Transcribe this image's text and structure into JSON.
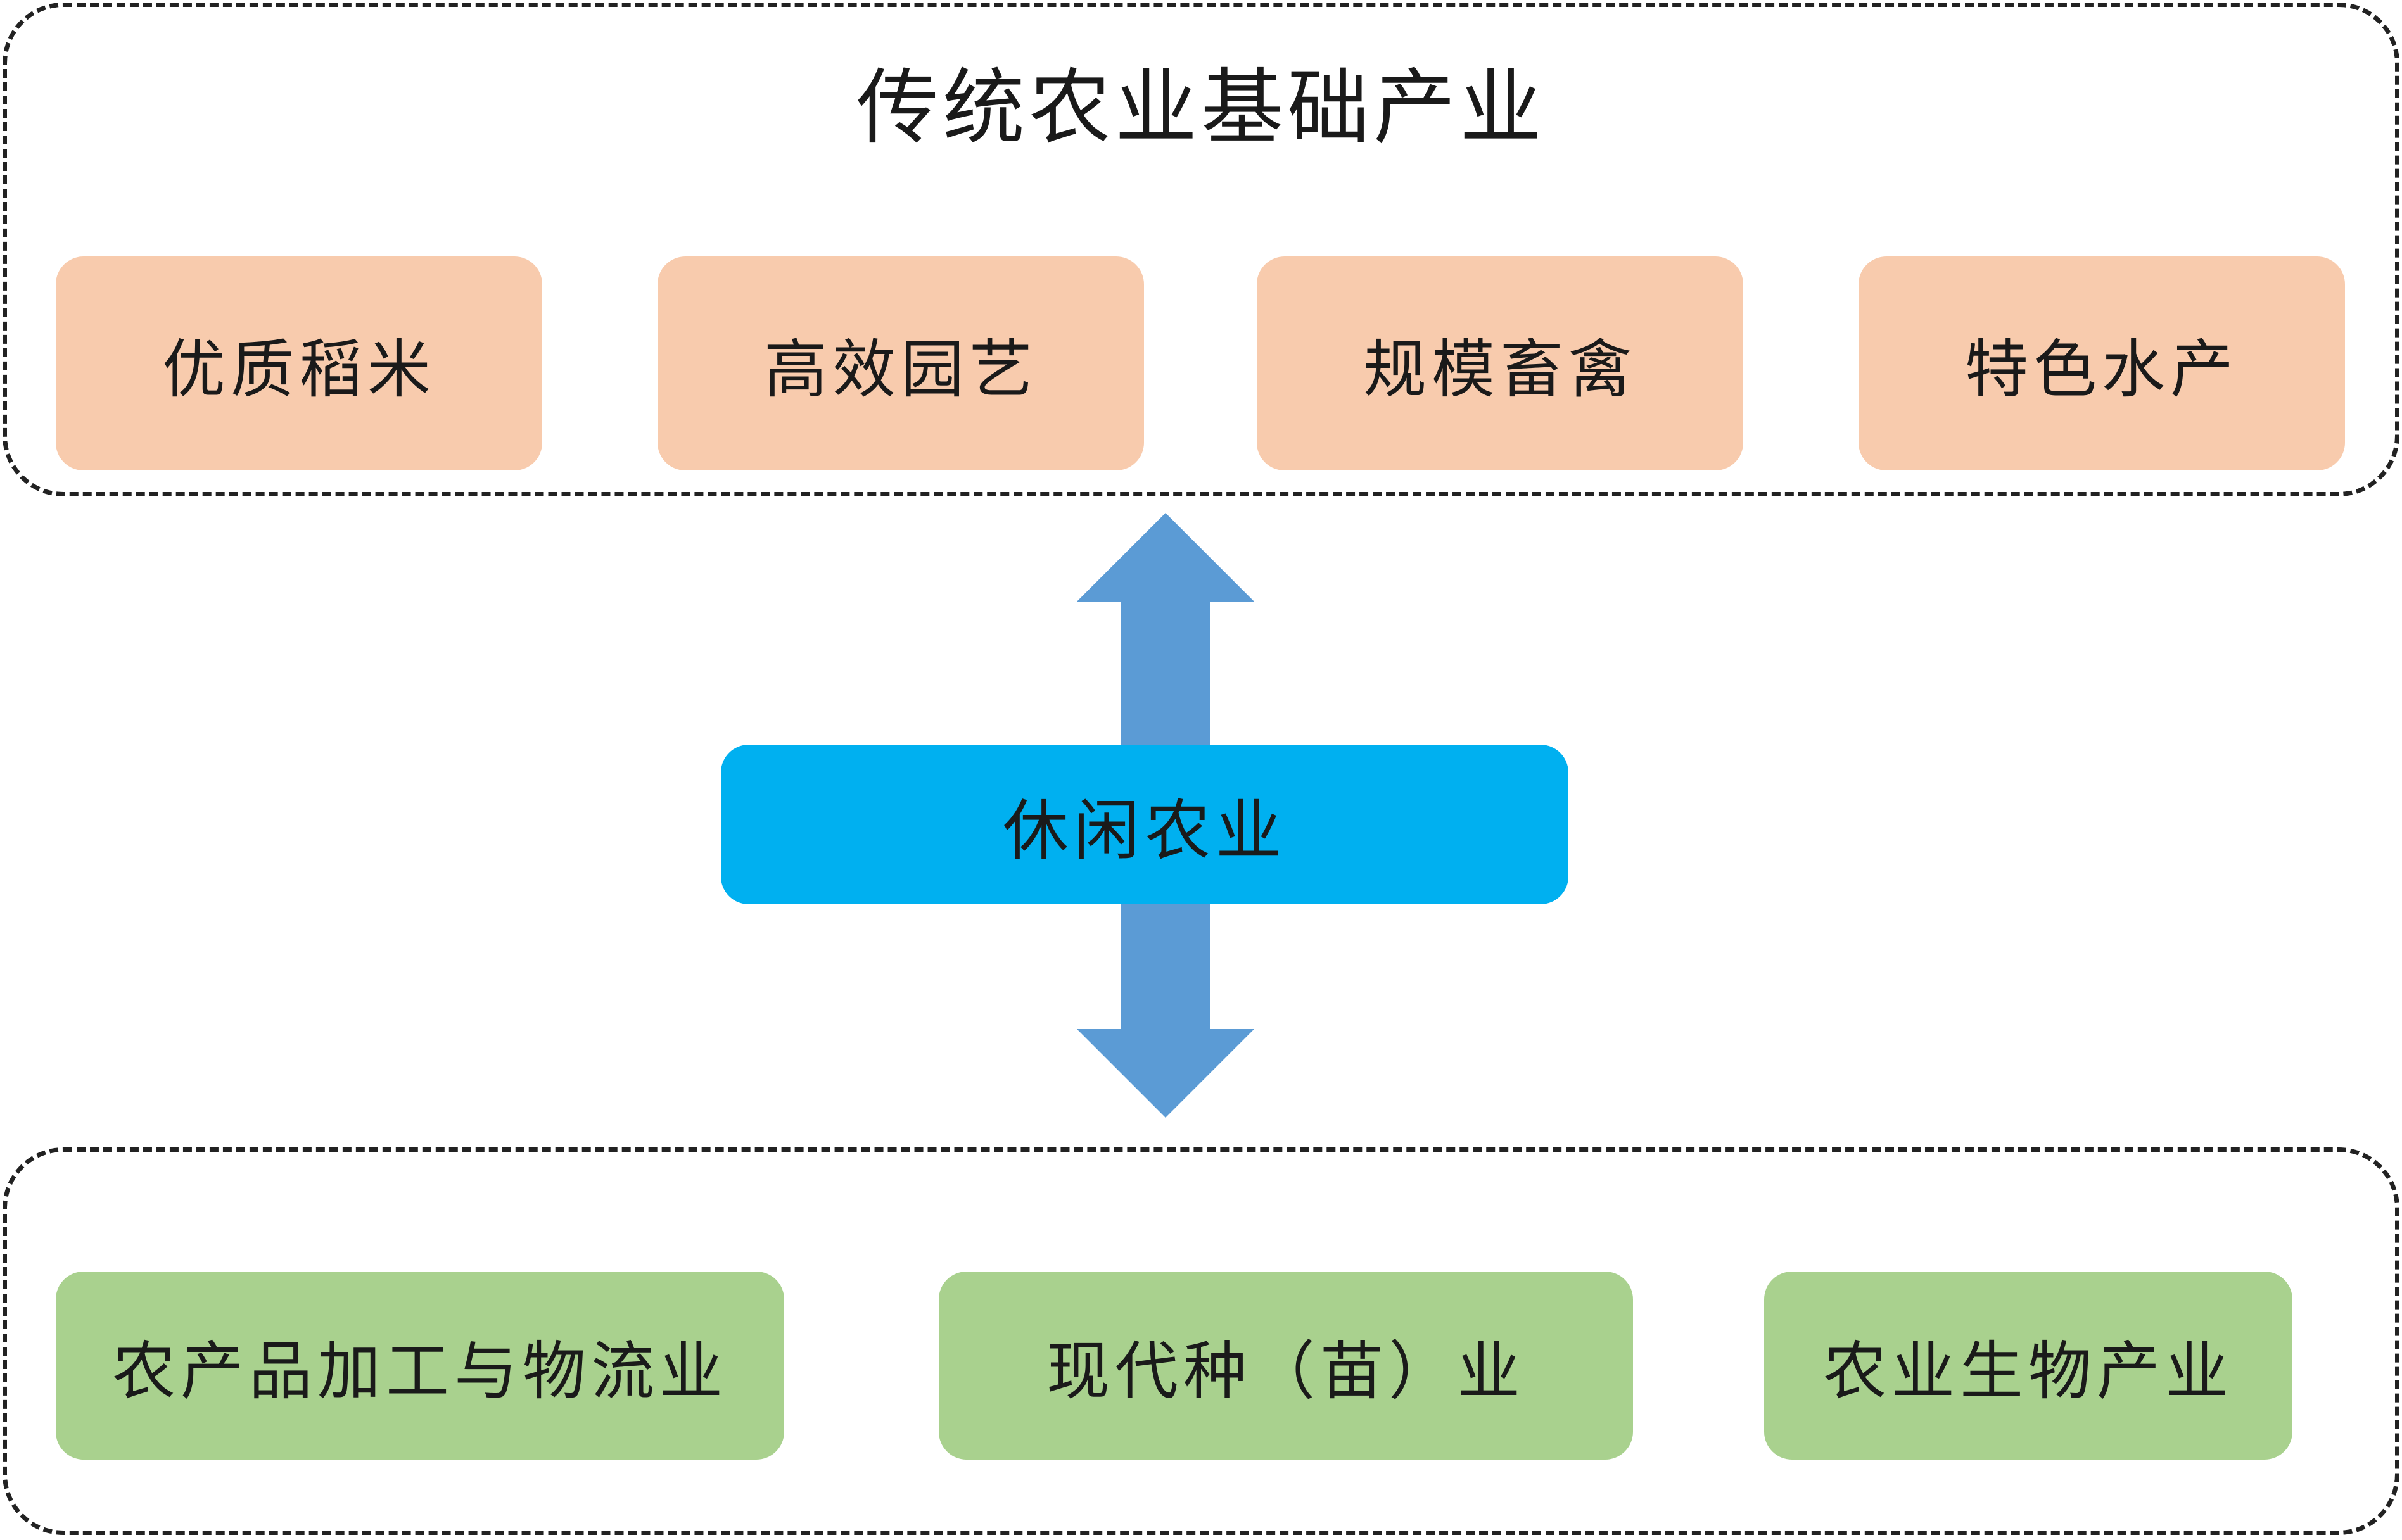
{
  "top_group": {
    "title": "传统农业基础产业",
    "items": [
      "优质稻米",
      "高效园艺",
      "规模畜禽",
      "特色水产"
    ]
  },
  "center": {
    "label": "休闲农业"
  },
  "bottom_group": {
    "items": [
      "农产品加工与物流业",
      "现代种（苗）业",
      "农业生物产业"
    ]
  },
  "colors": {
    "top_items": "#f8cbad",
    "center": "#00b0f0",
    "bottom_items": "#a9d18e",
    "arrow": "#5b9bd5",
    "frame_border": "#222222"
  },
  "icons": [
    "double-headed-vertical-arrow"
  ]
}
